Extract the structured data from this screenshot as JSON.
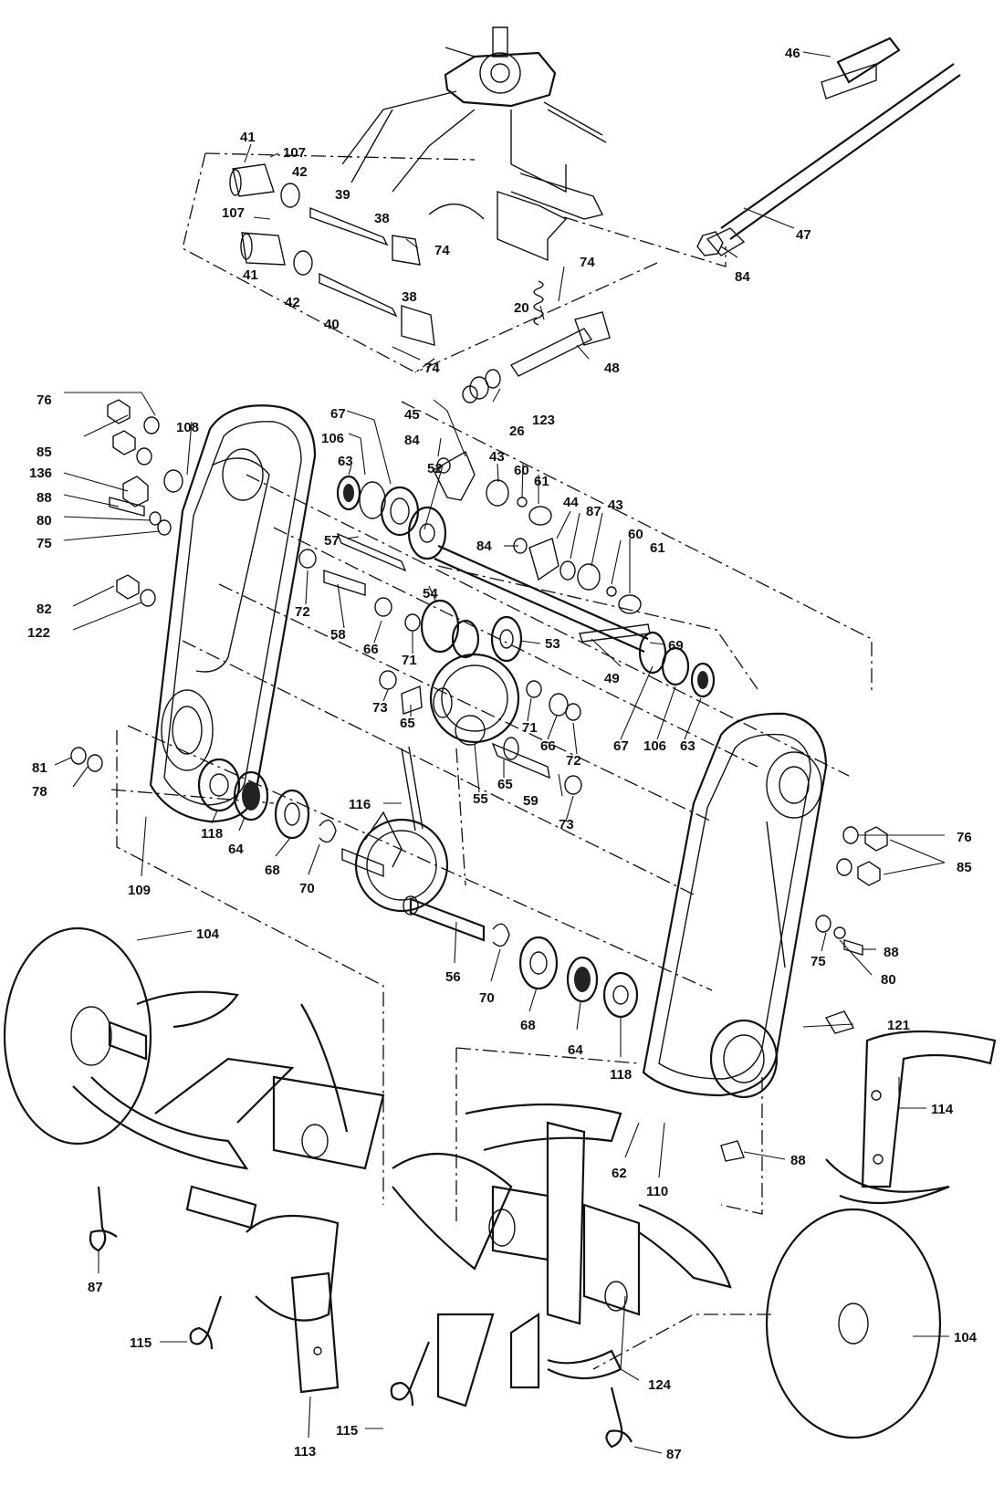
{
  "diagram": {
    "labels": {
      "p46": "46",
      "p47": "47",
      "p84a": "84",
      "p41a": "41",
      "p107a": "107",
      "p42a": "42",
      "p39": "39",
      "p107b": "107",
      "p38a": "38",
      "p74a": "74",
      "p41b": "41",
      "p42b": "42",
      "p40": "40",
      "p38b": "38",
      "p74b": "74",
      "p74c": "74",
      "p20": "20",
      "p48": "48",
      "p123": "123",
      "p26": "26",
      "p45": "45",
      "p76a": "76",
      "p85a": "85",
      "p108": "108",
      "p136": "136",
      "p88a": "88",
      "p80a": "80",
      "p75a": "75",
      "p82": "82",
      "p122": "122",
      "p67a": "67",
      "p106a": "106",
      "p63a": "63",
      "p52": "52",
      "p84b": "84",
      "p43a": "43",
      "p60a": "60",
      "p61a": "61",
      "p44": "44",
      "p87a": "87",
      "p43b": "43",
      "p60b": "60",
      "p61b": "61",
      "p84c": "84",
      "p57": "57",
      "p72a": "72",
      "p58": "58",
      "p66a": "66",
      "p71a": "71",
      "p54": "54",
      "p53": "53",
      "p69": "69",
      "p49": "49",
      "p73a": "73",
      "p65a": "65",
      "p71b": "71",
      "p66b": "66",
      "p72b": "72",
      "p67b": "67",
      "p106b": "106",
      "p63b": "63",
      "p65b": "65",
      "p59": "59",
      "p73b": "73",
      "p55": "55",
      "p81": "81",
      "p78": "78",
      "p116": "116",
      "p118a": "118",
      "p64a": "64",
      "p68a": "68",
      "p70a": "70",
      "p109": "109",
      "p76b": "76",
      "p85b": "85",
      "p88b": "88",
      "p75b": "75",
      "p80b": "80",
      "p121": "121",
      "p56": "56",
      "p70b": "70",
      "p68b": "68",
      "p64b": "64",
      "p118b": "118",
      "p104a": "104",
      "p114": "114",
      "p88c": "88",
      "p62": "62",
      "p110": "110",
      "p87b": "87",
      "p115a": "115",
      "p113": "113",
      "p115b": "115",
      "p124": "124",
      "p87c": "87",
      "p104b": "104"
    },
    "colors": {
      "ink": "#111111",
      "paper": "#ffffff"
    }
  }
}
